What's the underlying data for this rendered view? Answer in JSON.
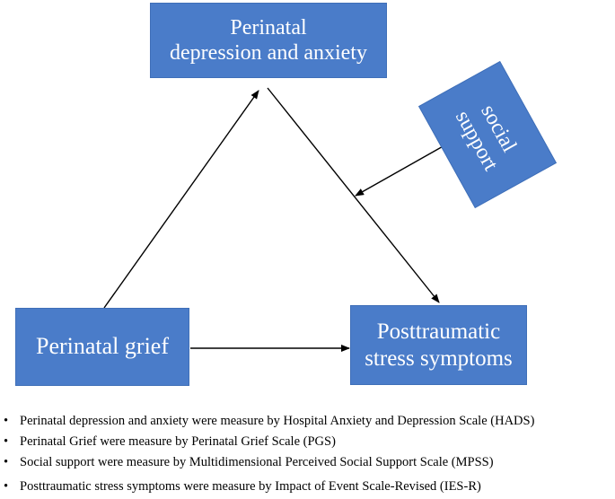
{
  "nodes": {
    "depression": {
      "line1": "Perinatal",
      "line2": "depression and anxiety"
    },
    "grief": {
      "label": "Perinatal grief"
    },
    "ptss": {
      "line1": "Posttraumatic",
      "line2": "stress symptoms"
    },
    "social": {
      "line1": "social",
      "line2": "support"
    }
  },
  "notes": {
    "bullet": "•",
    "items": [
      "Perinatal depression and anxiety were measure by Hospital  Anxiety and Depression Scale (HADS)",
      "Perinatal Grief were measure by Perinatal Grief Scale (PGS)",
      "Social support were measure by Multidimensional Perceived Social Support Scale (MPSS)",
      "Posttraumatic stress symptoms were measure by Impact of Event Scale-Revised (IES-R)"
    ]
  },
  "colors": {
    "box_fill": "#4a7cc9",
    "box_text": "#ffffff",
    "arrow": "#000000"
  }
}
